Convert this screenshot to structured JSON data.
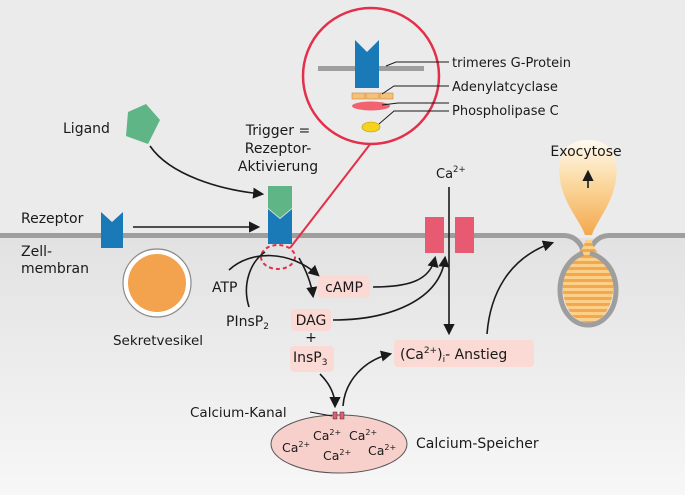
{
  "labels": {
    "ligand": "Ligand",
    "trigger_line1": "Trigger =",
    "trigger_line2": "Rezeptor-",
    "trigger_line3": "Aktivierung",
    "rezeptor": "Rezeptor",
    "zell_line1": "Zell-",
    "zell_line2": "membran",
    "sekretvesikel": "Sekretvesikel",
    "atp": "ATP",
    "camp": "cAMP",
    "pinsp": "PInsP",
    "pinsp_sub": "2",
    "dag": "DAG",
    "plus": "+",
    "insp": "InsP",
    "insp_sub": "3",
    "ca_anstieg_open": "(Ca",
    "ca_anstieg_sup": "2+",
    "ca_anstieg_close": ")",
    "ca_anstieg_sub": "i",
    "ca_anstieg_rest": "- Anstieg",
    "calcium_kanal": "Calcium-Kanal",
    "calcium_speicher": "Calcium-Speicher",
    "ca_top": "Ca",
    "ca_top_sup": "2+",
    "exocytose": "Exocytose",
    "ca": "Ca",
    "ca_sup": "2+"
  },
  "legend": {
    "g_protein": "trimeres G-Protein",
    "adenylatcyclase": "Adenylatcyclase",
    "phospholipase": "Phospholipase C"
  },
  "colors": {
    "background": "#ebebeb",
    "membrane": "#9e9e9e",
    "receptor": "#1a7ab8",
    "ligand": "#5fb585",
    "accent_red": "#e3304a",
    "channel": "#e85a72",
    "vesicle": "#f3a24d",
    "adenylatcyclase": "#f5c07a",
    "phospholipase_c": "#f0636f",
    "phospholipase_dot": "#f5d31d",
    "label_box": "#fbd9d4",
    "store": "#f7d0cc"
  }
}
